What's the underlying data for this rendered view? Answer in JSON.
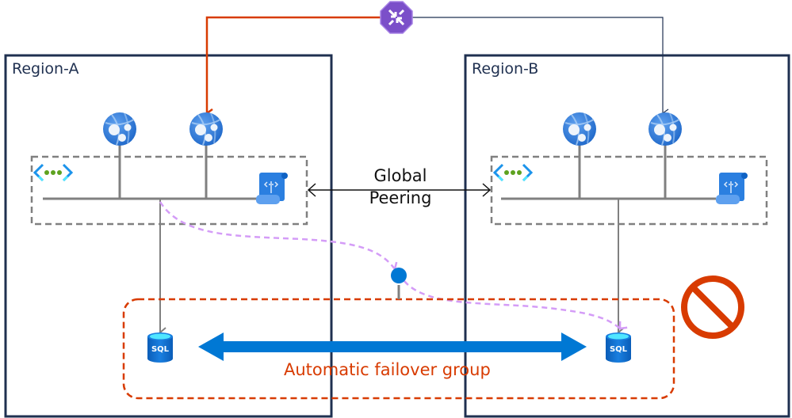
{
  "regions": [
    {
      "id": "region-a",
      "label": "Region-A"
    },
    {
      "id": "region-b",
      "label": "Region-B"
    }
  ],
  "peering": {
    "line1": "Global",
    "line2": "Peering"
  },
  "failover_group": {
    "label": "Automatic failover group"
  },
  "sql": {
    "glyph": "SQL"
  },
  "icons": {
    "traffic_manager": "traffic-manager-icon",
    "app_service": "app-service-icon",
    "vnet": "virtual-network-icon",
    "private_dns": "private-dns-zone-icon",
    "sql_database": "sql-database-icon",
    "private_endpoint": "private-endpoint-icon",
    "blocked": "prohibited-icon"
  },
  "colors": {
    "region_border": "#1f3050",
    "active_route": "#d83b01",
    "passive_route": "#1f3050",
    "vnet_border": "#808080",
    "private_link": "#d49cf7",
    "replication": "#0078d4",
    "failover_border": "#d83b01",
    "prohibited": "#d83b01",
    "traffic_manager": "#7b4fc9"
  }
}
